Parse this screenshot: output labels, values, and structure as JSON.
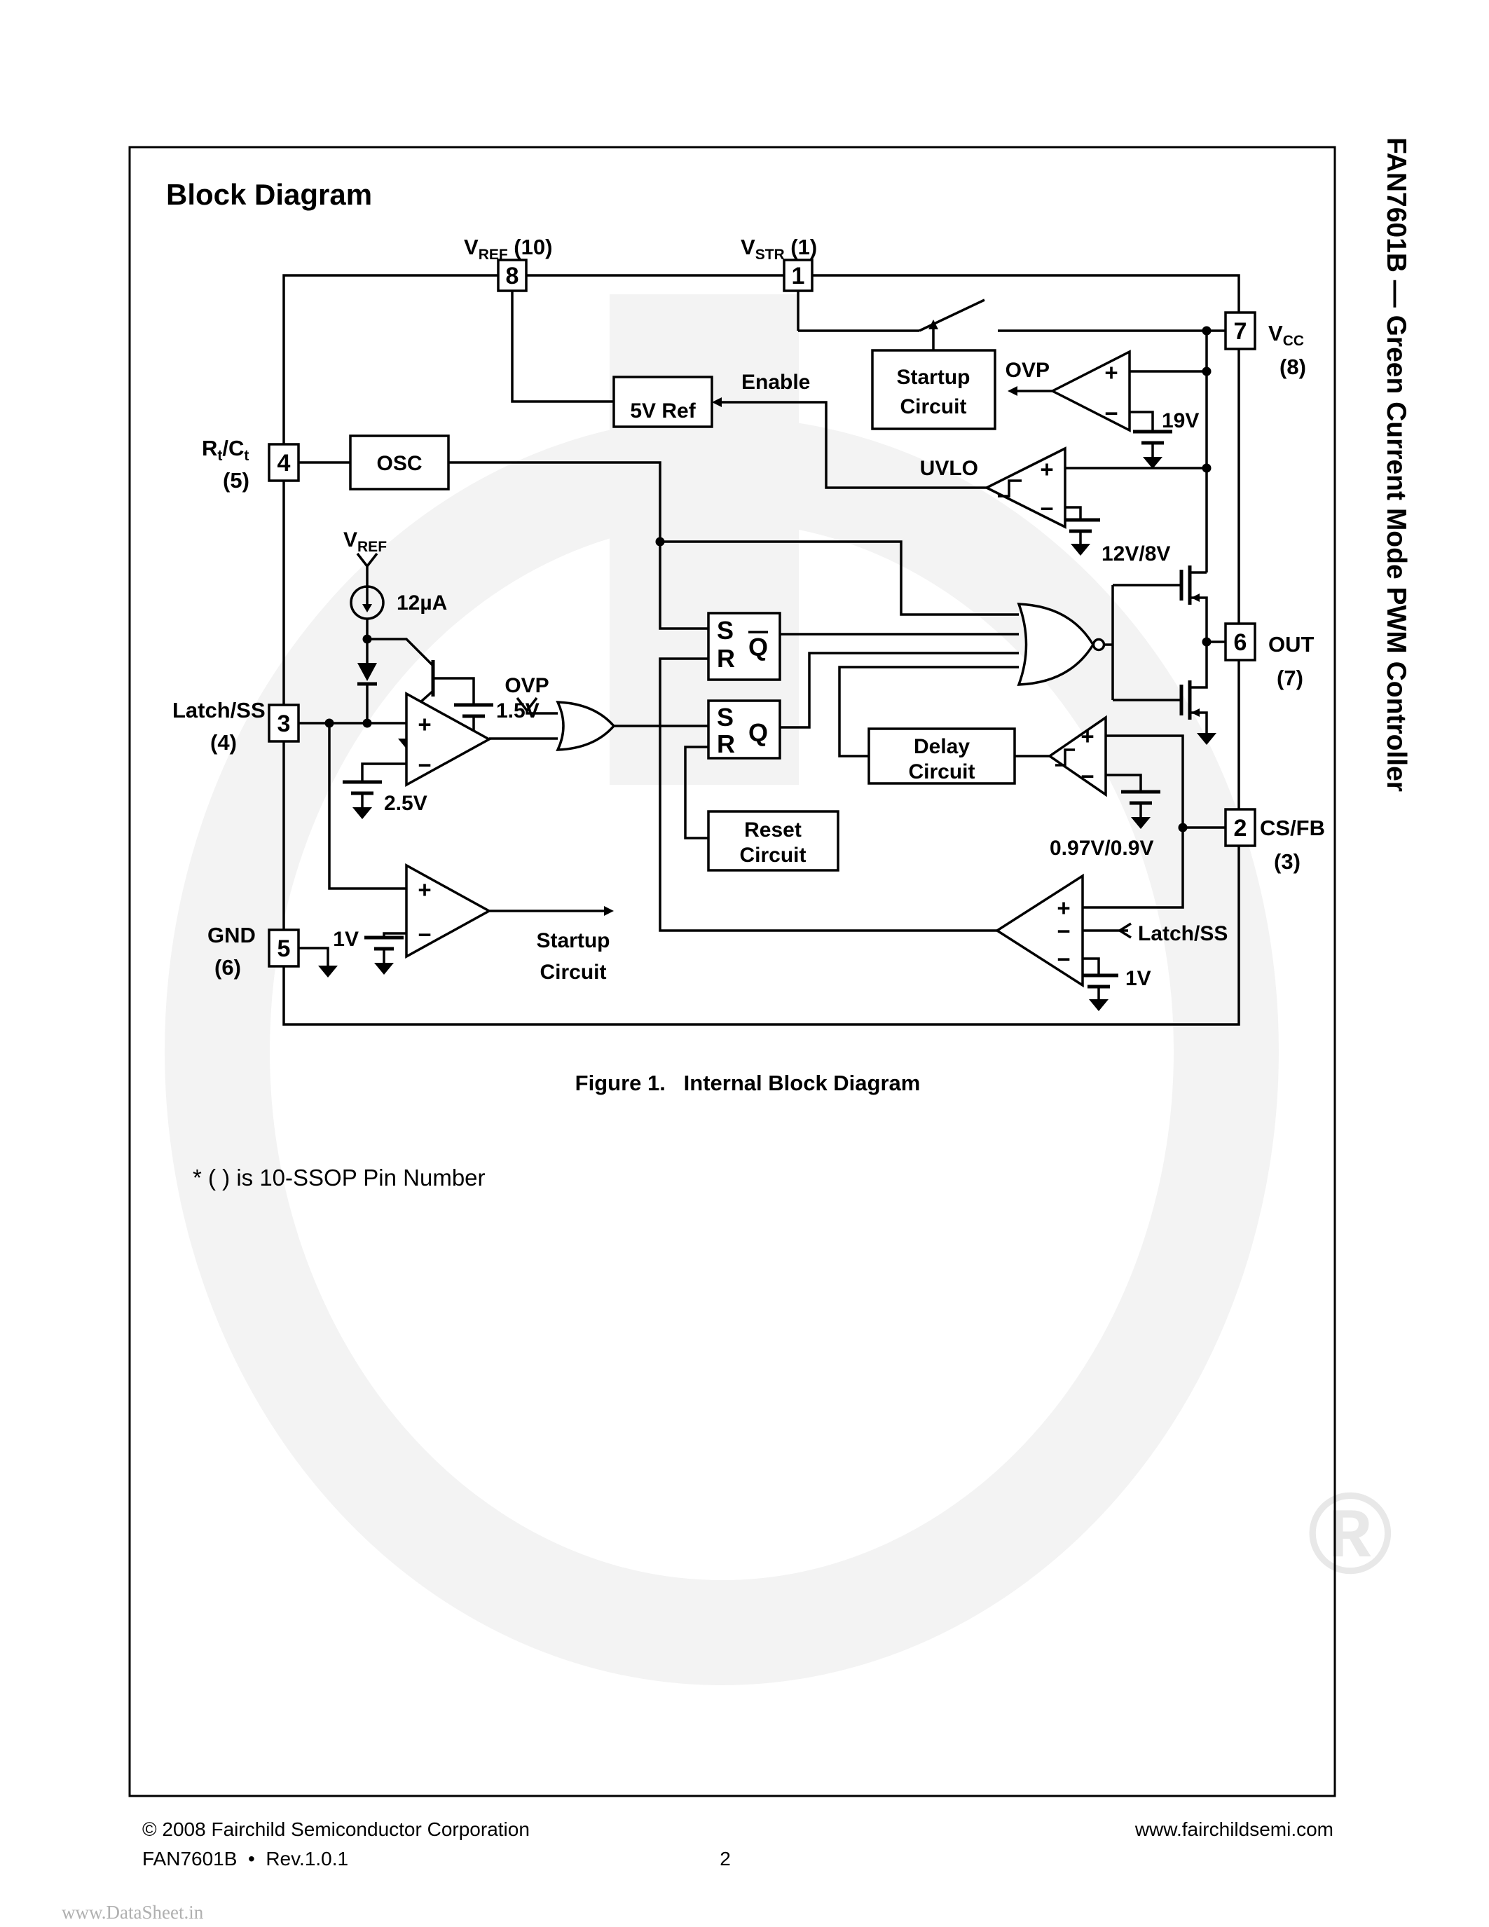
{
  "page": {
    "title": "Block Diagram",
    "sidebar_title": "FAN7601B — Green Current Mode PWM Controller",
    "caption": "Figure 1.   Internal Block Diagram",
    "footnote": "* ( ) is 10-SSOP Pin Number"
  },
  "footer": {
    "copyright": "© 2008 Fairchild Semiconductor Corporation",
    "doc_rev": "FAN7601B  •  Rev.1.0.1",
    "page_number": "2",
    "website": "www.fairchildsemi.com"
  },
  "watermarks": {
    "datasheet_url": "www.DataSheet.in",
    "registered": "®"
  },
  "pins": {
    "vref": {
      "sym": "V",
      "sub": "REF",
      "pkg": " (10)",
      "num": "8"
    },
    "vstr": {
      "sym": "V",
      "sub": "STR",
      "pkg": " (1)",
      "num": "1"
    },
    "vcc": {
      "sym": "V",
      "sub": "CC",
      "pkg": "(8)",
      "num": "7"
    },
    "out": {
      "name": "OUT",
      "pkg": "(7)",
      "num": "6"
    },
    "csfb": {
      "name": "CS/FB",
      "pkg": "(3)",
      "num": "2"
    },
    "rtct": {
      "sym1": "R",
      "sub1": "t",
      "sym2": "/C",
      "sub2": "t",
      "pkg": "(5)",
      "num": "4"
    },
    "latchss": {
      "name": "Latch/SS",
      "pkg": "(4)",
      "num": "3"
    },
    "gnd": {
      "name": "GND",
      "pkg": "(6)",
      "num": "5"
    }
  },
  "blocks": {
    "ref5v": "5V Ref",
    "osc": "OSC",
    "startup": {
      "l1": "Startup",
      "l2": "Circuit"
    },
    "delay": {
      "l1": "Delay",
      "l2": "Circuit"
    },
    "reset": {
      "l1": "Reset",
      "l2": "Circuit"
    }
  },
  "labels": {
    "enable": "Enable",
    "ovp": "OVP",
    "uvlo": "UVLO",
    "v19": "19V",
    "v12_8": "12V/8V",
    "vref_sym": "V",
    "vref_sub": "REF",
    "i_12u": "12µA",
    "v1_5": "1.5V",
    "v2_5": "2.5V",
    "v1": "1V",
    "v0_97": "0.97V/0.9V",
    "latchss_in": "Latch/SS",
    "plus": "+",
    "minus": "−"
  },
  "latches": {
    "pwm": {
      "s": "S",
      "r": "R",
      "q": "Q"
    },
    "fault": {
      "s": "S",
      "r": "R",
      "q": "Q"
    }
  }
}
